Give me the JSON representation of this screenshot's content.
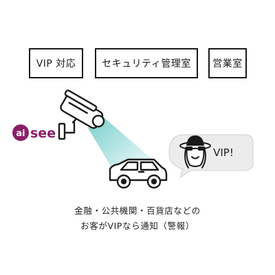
{
  "destinations": [
    {
      "label": "VIP 対応"
    },
    {
      "label": "セキュリティ管理室"
    },
    {
      "label": "営業室"
    }
  ],
  "brand": {
    "prefix": "ai",
    "name": "see",
    "color": "#8b1e67"
  },
  "speech_bubble": {
    "text": "VIP!"
  },
  "caption": {
    "line1": "金融・公共機関・百貨店などの",
    "line2": "お客がVIPなら通知（警報）"
  },
  "colors": {
    "outline": "#1a1a1a",
    "beam": "#5fc6c4",
    "bubble_fill": "#ececec"
  },
  "icons": [
    "security-camera-icon",
    "car-icon",
    "person-with-hat-icon"
  ]
}
